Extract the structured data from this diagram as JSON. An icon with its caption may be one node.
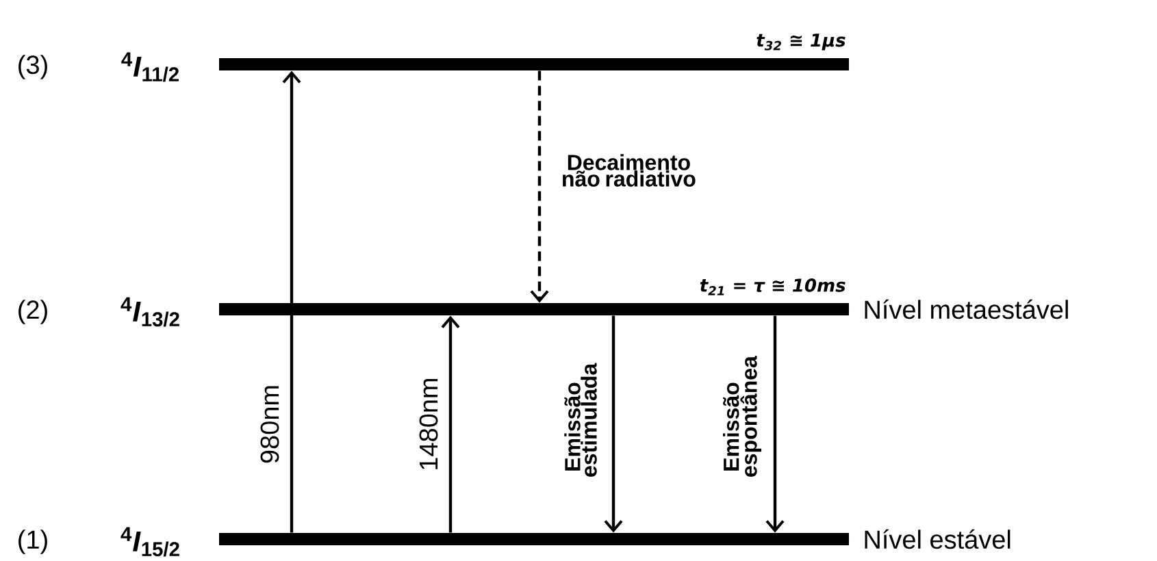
{
  "diagram": {
    "nodes": [
      {
        "text": [
          "(3)",
          "$^{4}$*I*$_{11/2}$"
        ],
        "beside": [
          "t$_{32}$ ≅ 1μs"
        ]
      },
      {
        "text": [
          "(2)",
          "$^{4}$*I*$_{13/2}$"
        ],
        "beside": [
          "t$_{21}$ = τ ≅ 10ms",
          "Nível metaestável"
        ]
      },
      {
        "text": [
          "(1)",
          "$^{4}$*I*$_{15/2}$"
        ],
        "beside": [
          "Nível estável"
        ]
      }
    ],
    "edges": [
      {
        "from": 2,
        "to": 0,
        "arrow": "to",
        "label": "980nm"
      },
      {
        "from": 2,
        "to": 1,
        "arrow": "to",
        "label": "1480nm"
      },
      {
        "from": 0,
        "to": 1,
        "arrow": "to",
        "label": "Decaimento não radiativo",
        "style": "dashed"
      },
      {
        "from": 1,
        "to": 2,
        "arrow": "to",
        "label": "Emissão estimulada"
      },
      {
        "from": 1,
        "to": 2,
        "arrow": "to",
        "label": "Emissão espontânea"
      }
    ]
  }
}
